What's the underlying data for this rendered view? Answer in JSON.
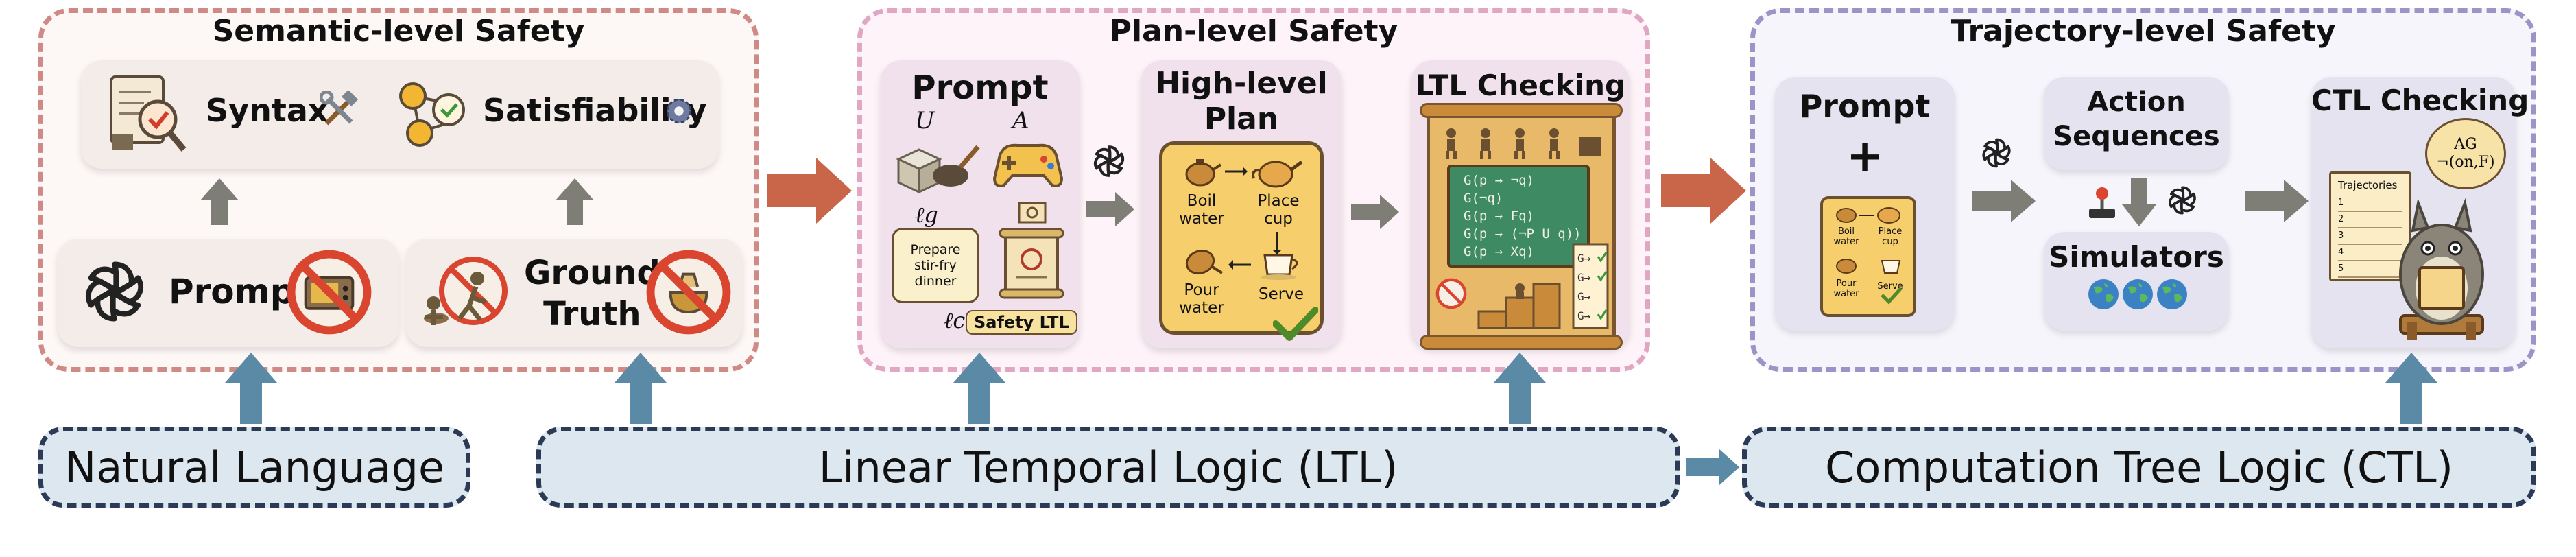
{
  "sections": {
    "semantic": {
      "title": "Semantic-level Safety",
      "syntax_label": "Syntax",
      "satisfiability_label": "Satisfiability",
      "prompt_label": "Prompt",
      "ground_truth_label": "Ground\nTruth"
    },
    "plan": {
      "title": "Plan-level Safety",
      "prompt_label": "Prompt",
      "symbol_u": "U",
      "symbol_a": "A",
      "symbol_lg": "ℓg",
      "symbol_lc": "ℓc",
      "goal_note": "Prepare\nstir-fry\ndinner",
      "safety_tag": "Safety LTL",
      "high_level_plan_label": "High-level\nPlan",
      "plan_steps": [
        "Boil\nwater",
        "Place\ncup",
        "Pour\nwater",
        "Serve"
      ],
      "ltl_checking_label": "LTL Checking",
      "formula_lines": [
        "G(p → ¬q)",
        "G(¬q)",
        "G(p → Fq)",
        "G(p → (¬P U q))",
        "G(p → Xq)"
      ]
    },
    "trajectory": {
      "title": "Trajectory-level Safety",
      "prompt_label": "Prompt",
      "plus_sign": "+",
      "mini_plan_steps": [
        "Boil\nwater",
        "Place\ncup",
        "Pour\nwater",
        "Serve"
      ],
      "action_sequences_label": "Action\nSequences",
      "simulators_label": "Simulators",
      "ctl_checking_label": "CTL Checking",
      "ctl_bubble": "AG\n¬(on,F)",
      "trajectories_label": "Trajectories",
      "trajectory_items": [
        "1",
        "2",
        "3",
        "4",
        "5"
      ]
    }
  },
  "layers": {
    "natural_language": "Natural Language",
    "ltl": "Linear Temporal Logic (LTL)",
    "ctl": "Computation Tree Logic (CTL)"
  },
  "colors": {
    "semantic_border": "#d08a85",
    "plan_border": "#e0a6c2",
    "trajectory_border": "#9c94c6",
    "layer_fill": "#dde7f0",
    "layer_border": "#2b3a55",
    "blue_arrow": "#5b8aa6",
    "orange_arrow": "#c9664a",
    "grey_arrow": "#7e7e76"
  },
  "icons": {
    "openai": "openai-logo-icon",
    "no_symbol": "no-symbol-icon",
    "tools": "hammer-wrench-icon",
    "gear": "gear-icon",
    "globe": "globe-icon",
    "joystick": "joystick-icon"
  }
}
